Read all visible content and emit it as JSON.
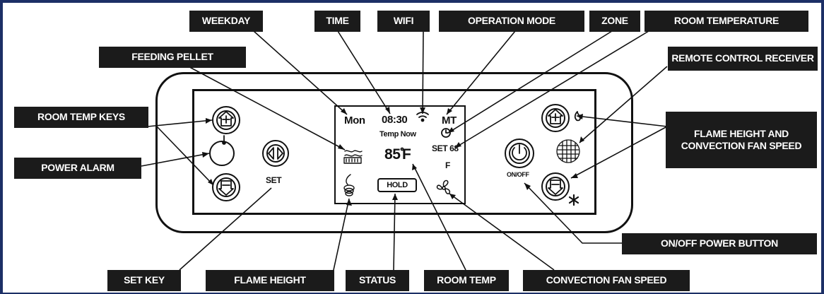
{
  "labels": {
    "weekday": "WEEKDAY",
    "time": "TIME",
    "wifi": "WIFI",
    "operation_mode": "OPERATION MODE",
    "zone": "ZONE",
    "room_temperature": "ROOM TEMPERATURE",
    "feeding_pellet": "FEEDING PELLET",
    "remote_control_receiver": "REMOTE CONTROL RECEIVER",
    "room_temp_keys": "ROOM TEMP KEYS",
    "flame_height_and_fan_speed": "FLAME HEIGHT AND\nCONVECTION FAN SPEED",
    "power_alarm": "POWER ALARM",
    "on_off_power_button": "ON/OFF POWER BUTTON",
    "set_key": "SET KEY",
    "flame_height": "FLAME HEIGHT",
    "status": "STATUS",
    "room_temp": "ROOM TEMP",
    "convection_fan_speed": "CONVECTION FAN SPEED"
  },
  "display": {
    "weekday": "Mon",
    "time": "08:30",
    "temp_now_label": "Temp Now",
    "room_temp_value": "85",
    "room_temp_unit": "F",
    "mode": "MT",
    "set_temp": "SET 68",
    "set_unit": "F",
    "status": "HOLD"
  },
  "panel": {
    "set_key_label": "SET",
    "on_off_label": "ON/OFF"
  },
  "icons": {
    "room_temp_up": "plus-up-icon",
    "room_temp_down": "minus-down-icon",
    "arrows": "left-right-arrows-icon",
    "flame_up": "plus-up-icon",
    "flame_down": "minus-down-icon",
    "power": "power-icon",
    "thermometer": "thermometer-icon",
    "flame": "flame-icon",
    "fan": "fan-icon",
    "wifi": "wifi-icon",
    "clock": "clock-icon",
    "pellet": "pellet-feeder-icon",
    "receiver": "remote-receiver-icon",
    "snowflake": "asterisk-icon"
  },
  "colors": {
    "frame": "#1c2f66",
    "label_bg": "#1b1b1b",
    "label_text": "#ffffff",
    "ink": "#111111"
  }
}
